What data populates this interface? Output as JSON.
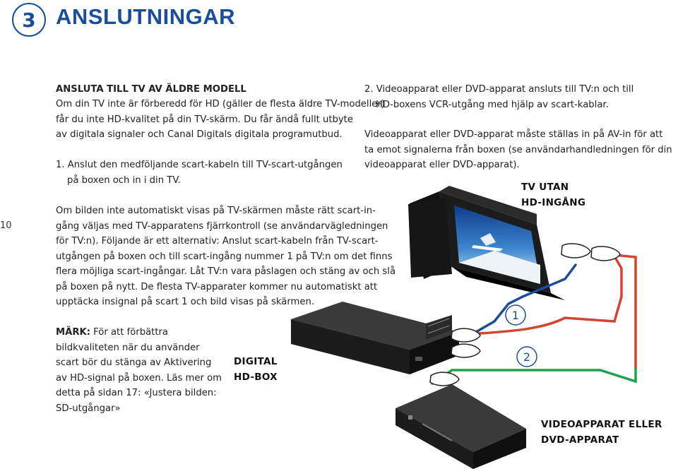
{
  "chapter": {
    "number": "3",
    "title": "ANSLUTNINGAR"
  },
  "page_number": "10",
  "left": {
    "heading": "ANSLUTA TILL TV AV ÄLDRE MODELL",
    "intro_lines": [
      "Om din TV inte är förberedd för HD (gäller de flesta äldre TV-modeller)",
      "får du inte HD-kvalitet på din TV-skärm. Du får ändå fullt utbyte",
      "av digitala signaler och Canal Digitals digitala programutbud."
    ],
    "step1_lines": [
      "1. Anslut den medföljande scart-kabeln till TV-scart-utgången",
      "på boxen och in i din TV."
    ],
    "para2_lines": [
      "Om bilden inte automatiskt visas på TV-skärmen måste rätt scart-in-",
      "gång väljas med TV-apparatens fjärrkontroll (se användarvägledningen",
      "för TV:n). Följande är ett alternativ: Anslut scart-kabeln från TV-scart-",
      "utgången på boxen och till scart-ingång nummer 1 på TV:n om det finns",
      "flera möjliga scart-ingångar. Låt TV:n vara påslagen och stäng av och slå",
      "på boxen på nytt. De flesta TV-apparater kommer nu automatiskt att",
      "upptäcka insignal på scart 1 och bild visas på skärmen."
    ],
    "note_label": "MÄRK:",
    "note_first": " För att förbättra",
    "note_lines": [
      "bildkvaliteten när du använder",
      "scart bör du stänga av Aktivering",
      "av HD-signal på boxen. Läs mer om",
      "detta på sidan 17: «Justera bilden:",
      "SD-utgångar»"
    ]
  },
  "right": {
    "step2_lines": [
      "2. Videoapparat eller DVD-apparat ansluts till TV:n och till",
      "HD-boxens VCR-utgång med hjälp av scart-kablar."
    ],
    "para_lines": [
      "Videoapparat eller DVD-apparat måste ställas in på AV-in för att",
      "ta emot signalerna från boxen (se användarhandledningen för din",
      "videoapparat eller DVD-apparat)."
    ]
  },
  "diagram": {
    "tv_label_lines": [
      "TV UTAN",
      "HD-INGÅNG"
    ],
    "box_label_lines": [
      "DIGITAL",
      "HD-BOX"
    ],
    "vcr_label_lines": [
      "VIDEOAPPARAT ELLER",
      "DVD-APPARAT"
    ],
    "badge1": "1",
    "badge2": "2",
    "colors": {
      "blue": "#1a4e9a",
      "red": "#d2452f",
      "green": "#1ea34a",
      "dark": "#1c1c1c"
    }
  }
}
